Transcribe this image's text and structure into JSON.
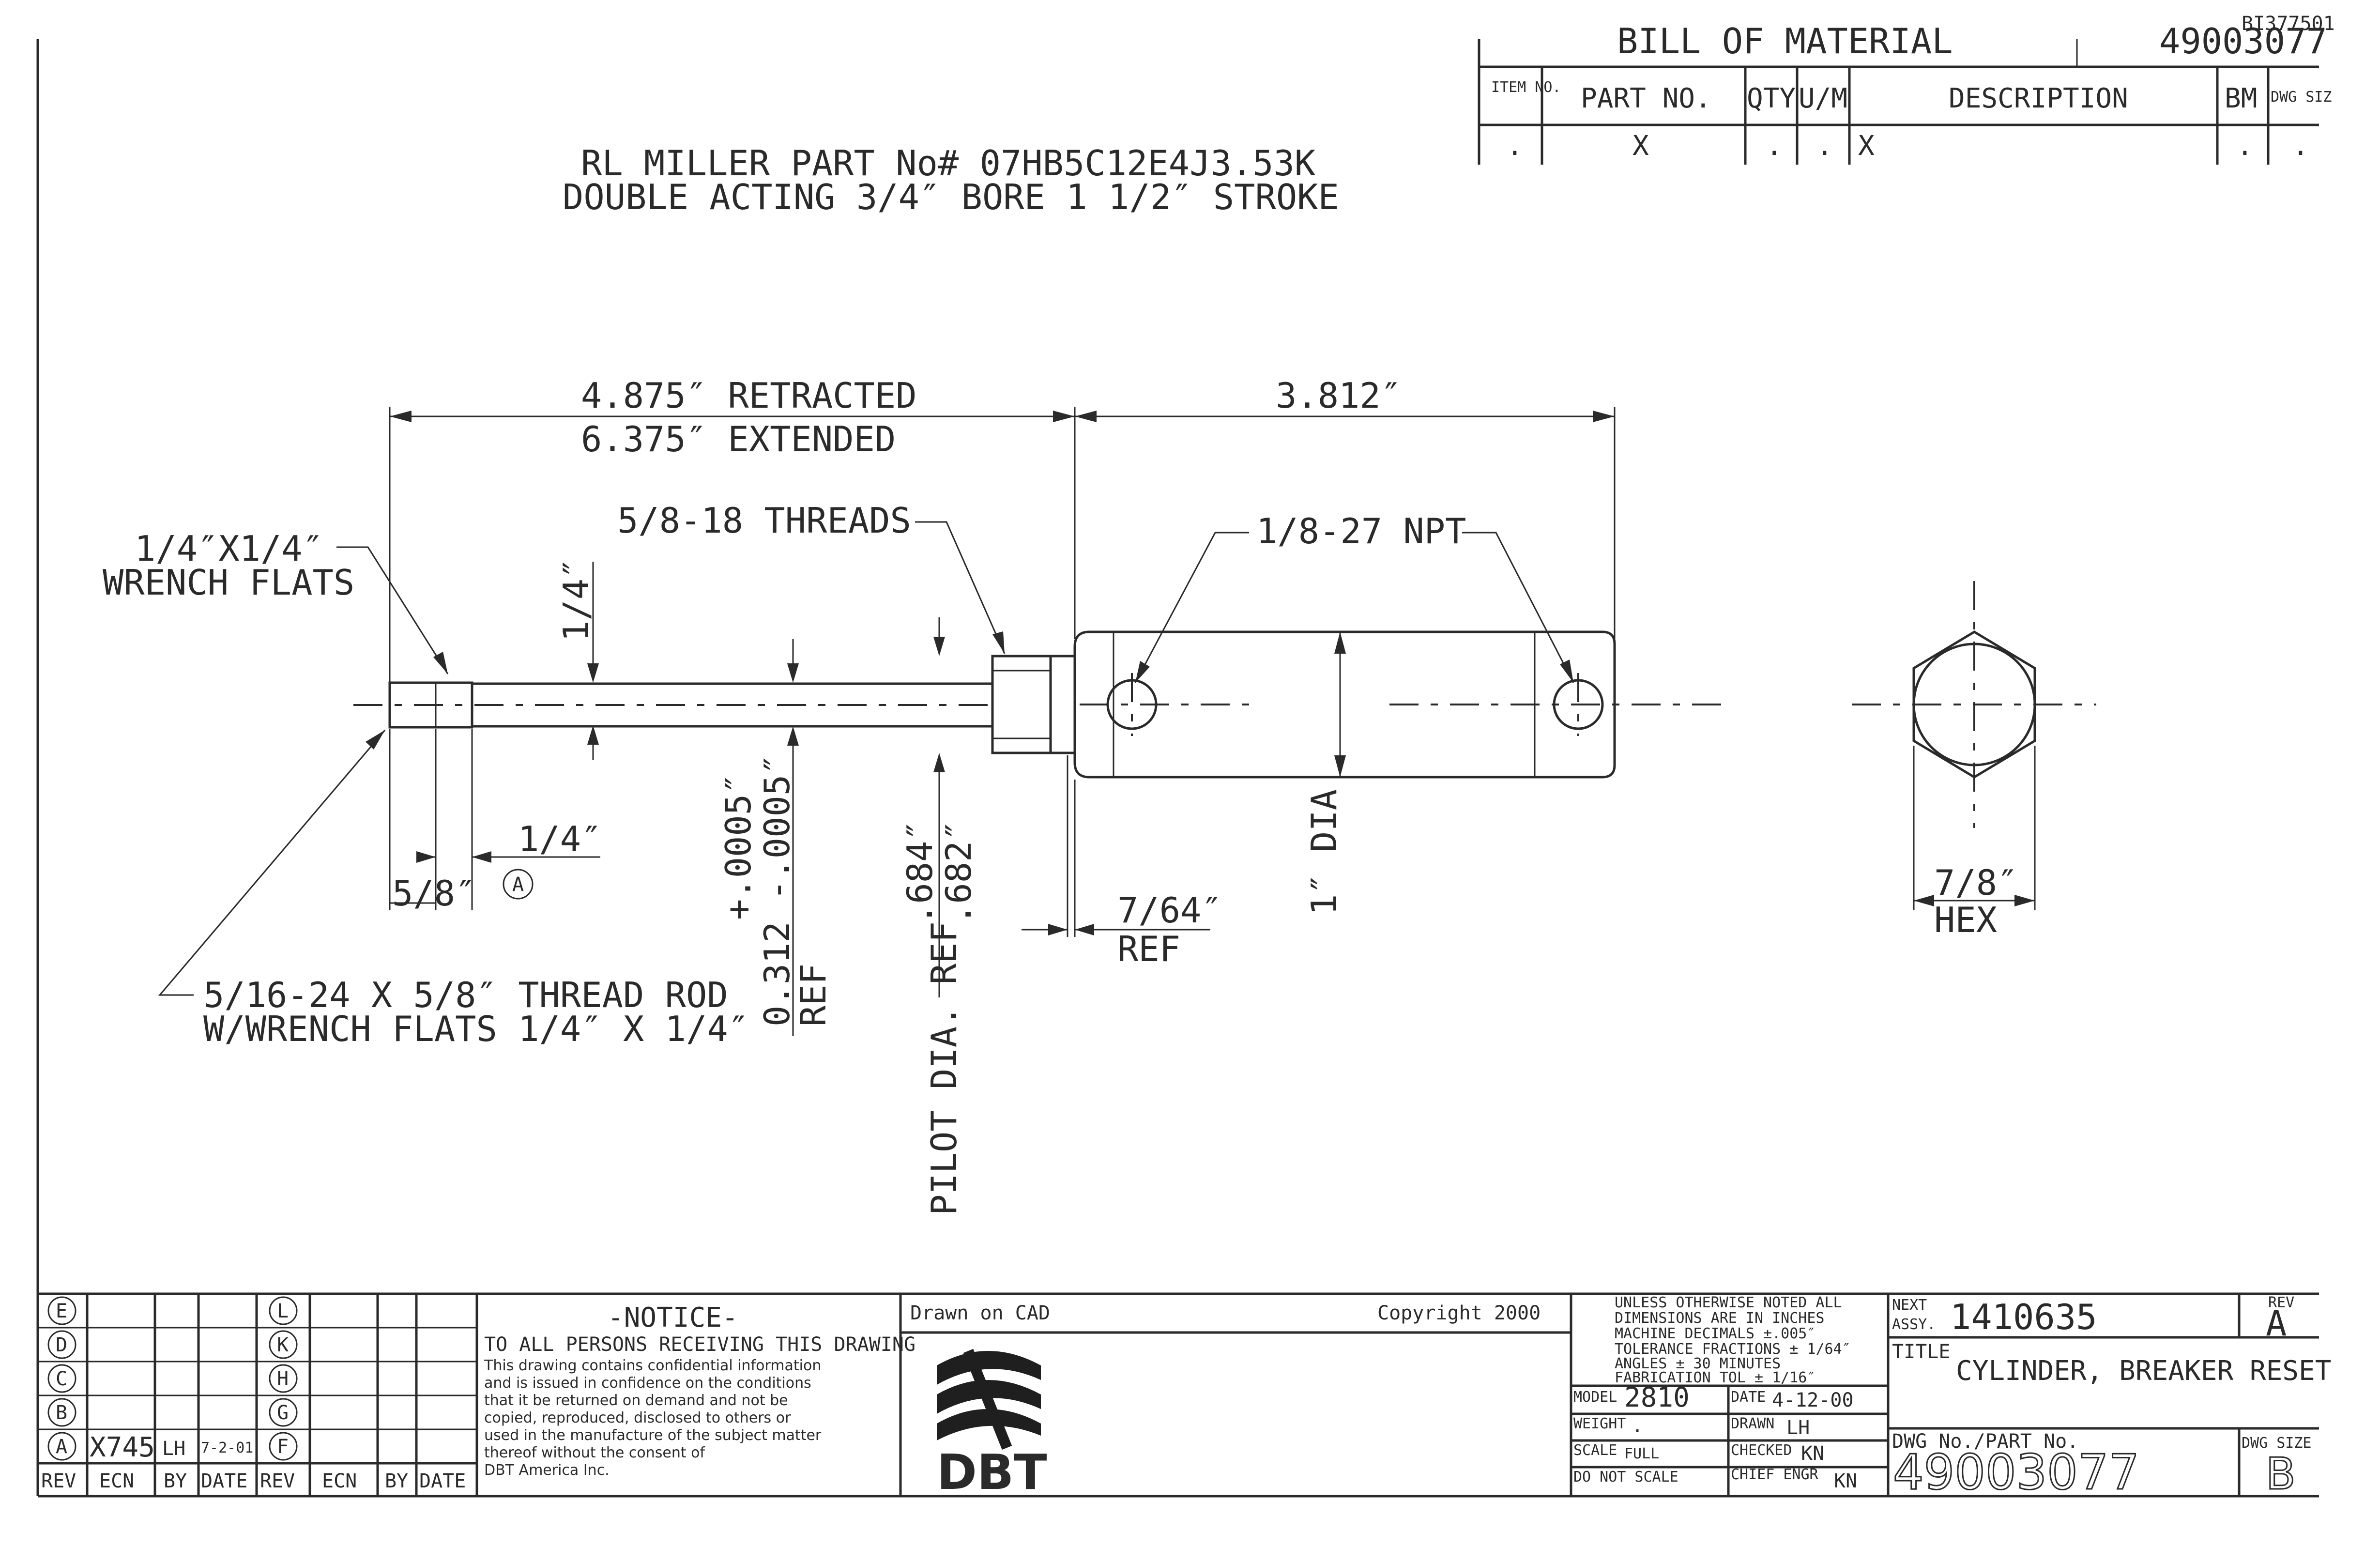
{
  "header": {
    "doc_ref": "BI377501",
    "part_line": "RL MILLER PART No# 07HB5C12E4J3.53K",
    "desc_line": "DOUBLE ACTING 3/4″ BORE 1 1/2″ STROKE"
  },
  "bom": {
    "title": "BILL OF MATERIAL",
    "number": "49003077",
    "headers": [
      "ITEM NO.",
      "PART NO.",
      "QTY",
      "U/M",
      "DESCRIPTION",
      "BM",
      "DWG SIZ"
    ],
    "row": [
      ".",
      "X",
      ".",
      ".",
      "X",
      ".",
      "."
    ]
  },
  "dims": {
    "retracted": "4.875″ RETRACTED",
    "extended": "6.375″ EXTENDED",
    "body_len": "3.812″",
    "threads": "5/8-18 THREADS",
    "npt": "1/8-27 NPT",
    "wrench_flats_1": "1/4″X1/4″",
    "wrench_flats_2": "WRENCH FLATS",
    "quarter_v": "1/4″",
    "quarter_h": "1/4″",
    "five_eighths": "5/8″",
    "rev_a": "A",
    "rod_tol_1": "+.0005″",
    "rod_tol_2": "0.312 -.0005″",
    "rod_ref": "REF",
    "pilot_1": ".684″",
    "pilot_2": ".682″",
    "pilot_label": "PILOT DIA. REF",
    "seven_64": "7/64″",
    "seven_64_ref": "REF",
    "dia": "1″ DIA",
    "hex": "7/8″",
    "hex_label": "HEX",
    "thread_rod_1": "5/16-24 X 5/8″ THREAD ROD",
    "thread_rod_2": "W/WRENCH FLATS 1/4″ X 1/4″"
  },
  "rev_block": {
    "left_letters": [
      "E",
      "D",
      "C",
      "B",
      "A"
    ],
    "right_letters": [
      "L",
      "K",
      "H",
      "G",
      "F"
    ],
    "rev_a_row": {
      "ecn": "X745",
      "by": "LH",
      "date": "7-2-01"
    },
    "footer": [
      "REV",
      "ECN",
      "BY",
      "DATE",
      "REV",
      "ECN",
      "BY",
      "DATE"
    ]
  },
  "notice": {
    "title": "-NOTICE-",
    "lines": [
      "TO ALL PERSONS RECEIVING THIS DRAWING",
      "This drawing contains confidential information",
      "and is issued in confidence on the conditions",
      "that it be returned on demand and not be",
      "copied, reproduced, disclosed to others or",
      "used in the manufacture of the subject matter",
      "thereof without the consent of",
      "DBT America Inc."
    ]
  },
  "cad": {
    "drawn": "Drawn on CAD",
    "copyright": "Copyright 2000",
    "logo": "DBT"
  },
  "tolerance": {
    "lines": [
      "UNLESS OTHERWISE NOTED ALL",
      "DIMENSIONS ARE IN INCHES",
      "MACHINE      DECIMALS ±.005″",
      "TOLERANCE    FRACTIONS ± 1/64″",
      "             ANGLES ± 30 MINUTES",
      "FABRICATION TOL ± 1/16″"
    ],
    "model_label": "MODEL",
    "model": "2810",
    "date_label": "DATE",
    "date": "4-12-00",
    "weight_label": "WEIGHT",
    "weight": ".",
    "drawn_label": "DRAWN",
    "drawn": "LH",
    "scale_label": "SCALE",
    "scale": "FULL",
    "checked_label": "CHECKED",
    "checked": "KN",
    "noscale": "DO NOT SCALE",
    "chief_label": "CHIEF ENGR",
    "chief": "KN"
  },
  "title_block": {
    "next_label_1": "NEXT",
    "next_label_2": "ASSY.",
    "next_assy": "1410635",
    "rev_label": "REV",
    "rev": "A",
    "title_label": "TITLE",
    "title": "CYLINDER, BREAKER RESET",
    "dwg_label": "DWG No./PART No.",
    "dwg_no": "49003077",
    "size_label": "DWG SIZE",
    "size": "B"
  }
}
